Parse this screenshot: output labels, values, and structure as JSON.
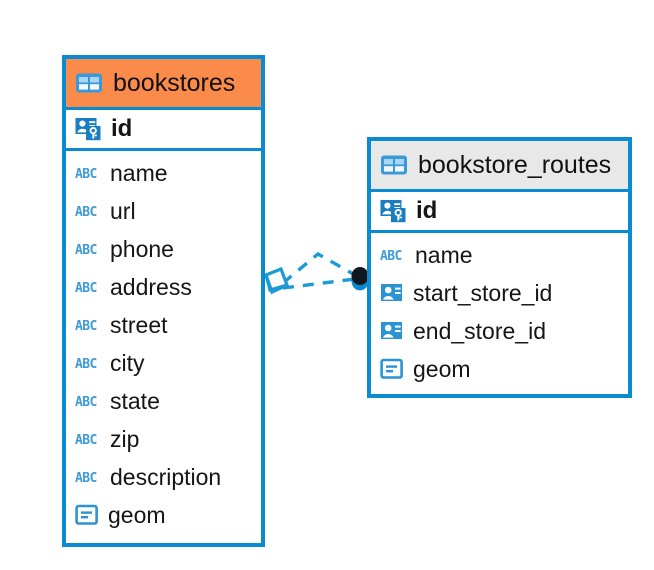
{
  "diagram": {
    "type": "entity-relationship-diagram",
    "background_color": "#ffffff",
    "accent_color": "#0a8ad0",
    "highlight_color": "#fa8b4b",
    "header_gray": "#e8e8e8"
  },
  "tables": [
    {
      "name": "bookstores",
      "header_style": "orange",
      "table_icon": "table-icon",
      "primary_key": {
        "label": "id",
        "icon": "primary-key-icon"
      },
      "fields": [
        {
          "label": "name",
          "icon": "text-abc-icon"
        },
        {
          "label": "url",
          "icon": "text-abc-icon"
        },
        {
          "label": "phone",
          "icon": "text-abc-icon"
        },
        {
          "label": "address",
          "icon": "text-abc-icon"
        },
        {
          "label": "street",
          "icon": "text-abc-icon"
        },
        {
          "label": "city",
          "icon": "text-abc-icon"
        },
        {
          "label": "state",
          "icon": "text-abc-icon"
        },
        {
          "label": "zip",
          "icon": "text-abc-icon"
        },
        {
          "label": "description",
          "icon": "text-abc-icon"
        },
        {
          "label": "geom",
          "icon": "geometry-icon"
        }
      ]
    },
    {
      "name": "bookstore_routes",
      "header_style": "gray",
      "table_icon": "table-icon",
      "primary_key": {
        "label": "id",
        "icon": "primary-key-icon"
      },
      "fields": [
        {
          "label": "name",
          "icon": "text-abc-icon"
        },
        {
          "label": "start_store_id",
          "icon": "foreign-key-icon"
        },
        {
          "label": "end_store_id",
          "icon": "foreign-key-icon"
        },
        {
          "label": "geom",
          "icon": "geometry-icon"
        }
      ]
    }
  ],
  "relationship": {
    "line_style": "dashed",
    "line_color": "#1b9ad6",
    "source_endpoint": "diamond-endpoint",
    "target_endpoint": "filled-circle-endpoint",
    "branch_count": 2
  }
}
